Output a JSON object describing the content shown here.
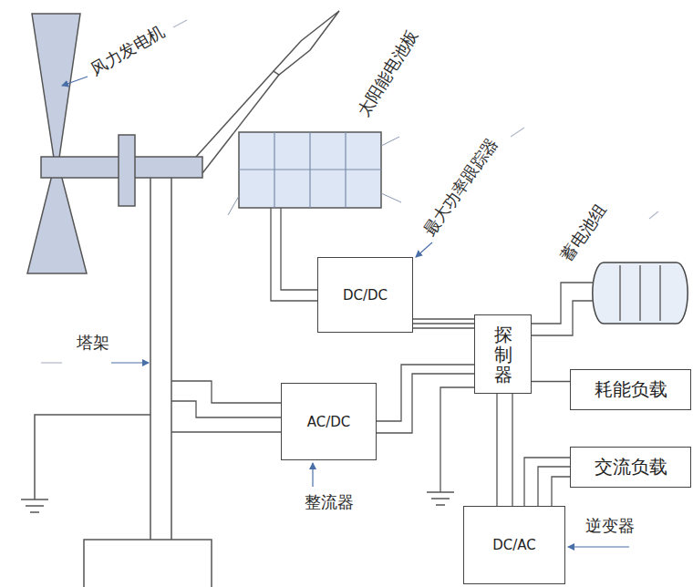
{
  "diagram": {
    "nodes": [
      {
        "text": [
          "DC/DC"
        ]
      },
      {
        "text": [
          "AC/DC"
        ]
      },
      {
        "text": [
          "探制器"
        ]
      },
      {
        "text": [
          "耗能负载"
        ]
      },
      {
        "text": [
          "交流负载"
        ]
      },
      {
        "text": [
          "DC/AC"
        ]
      }
    ],
    "edges": [
      {
        "from": 0,
        "to": 2,
        "arrow": "none"
      },
      {
        "from": 1,
        "to": 2,
        "arrow": "none"
      },
      {
        "from": 2,
        "to": 3,
        "arrow": "none"
      },
      {
        "from": 2,
        "to": 5,
        "arrow": "none"
      },
      {
        "from": 5,
        "to": 4,
        "arrow": "none"
      }
    ],
    "labels": [
      "风力发电机",
      "太阳能电池板",
      "最大功率跟踪器",
      "蓄电池组",
      "塔架",
      "整流器",
      "逆变器"
    ]
  }
}
